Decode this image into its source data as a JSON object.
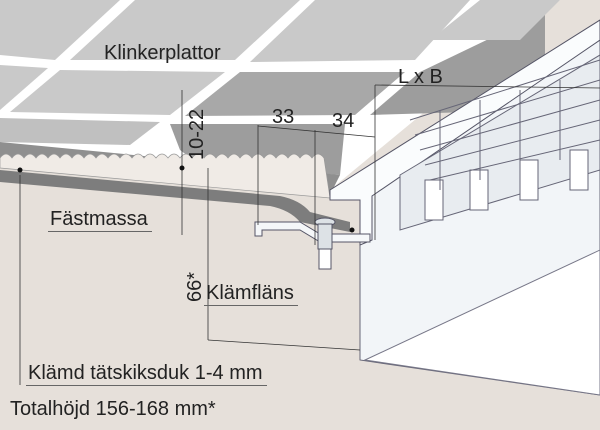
{
  "labels": {
    "tiles": "Klinkerplattor",
    "grating_size": "L x B",
    "tile_height": "10-22",
    "dim_a": "33",
    "dim_b": "34",
    "adhesive": "Fästmassa",
    "depth": "66*",
    "clamp_flange": "Klämfläns",
    "membrane": "Klämd tätskiksduk 1-4 mm",
    "total_height": "Totalhöjd 156-168 mm*"
  },
  "colors": {
    "background": "#e6e0da",
    "tile_light": "#c9c9c9",
    "tile_dark": "#9d9d9d",
    "steel": "#f2f5f8"
  }
}
